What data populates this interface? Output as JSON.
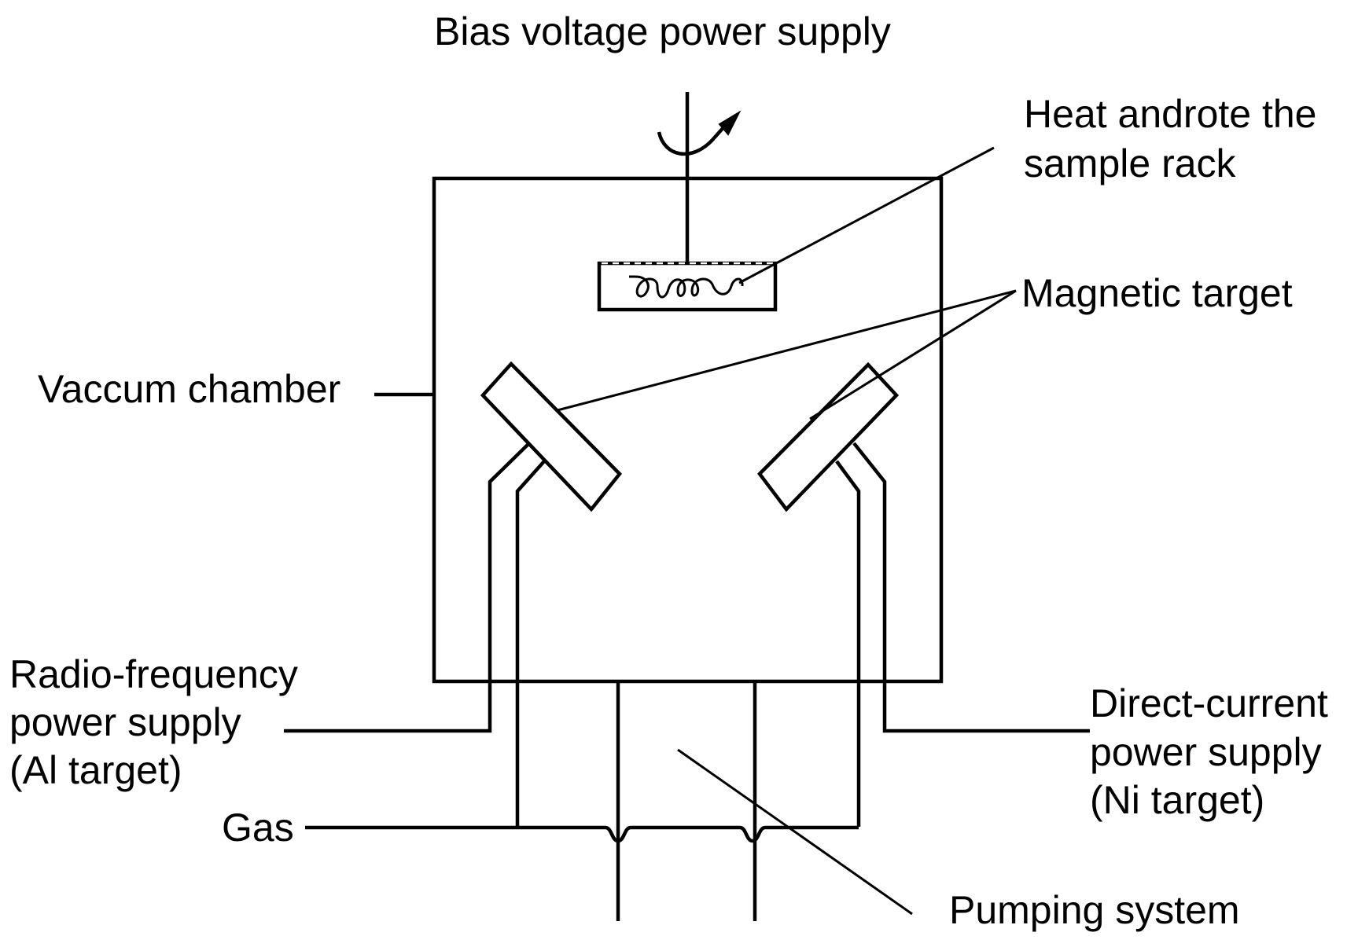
{
  "labels": {
    "bias_voltage": "Bias voltage power supply",
    "heat_rotate_line1": "Heat androte the",
    "heat_rotate_line2": "sample rack",
    "magnetic_target": "Magnetic target",
    "vacuum_chamber": "Vaccum chamber",
    "rf_line1": "Radio-frequency",
    "rf_line2": "power supply",
    "rf_line3": "(Al target)",
    "dc_line1": "Direct-current",
    "dc_line2": "power supply",
    "dc_line3": "(Ni target)",
    "gas": "Gas",
    "pumping": "Pumping system"
  },
  "icons": {
    "rotation": "rotation-arrow-icon",
    "heater": "heater-coil-icon"
  },
  "colors": {
    "stroke": "#000000",
    "background": "#ffffff"
  }
}
